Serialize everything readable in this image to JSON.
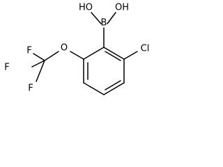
{
  "molecule": {
    "atoms": {
      "oh_left": "HO",
      "oh_right": "OH",
      "boron": "B",
      "chlorine": "Cl",
      "oxygen": "O",
      "f_top": "F",
      "f_left": "F",
      "f_bottom": "F"
    }
  }
}
